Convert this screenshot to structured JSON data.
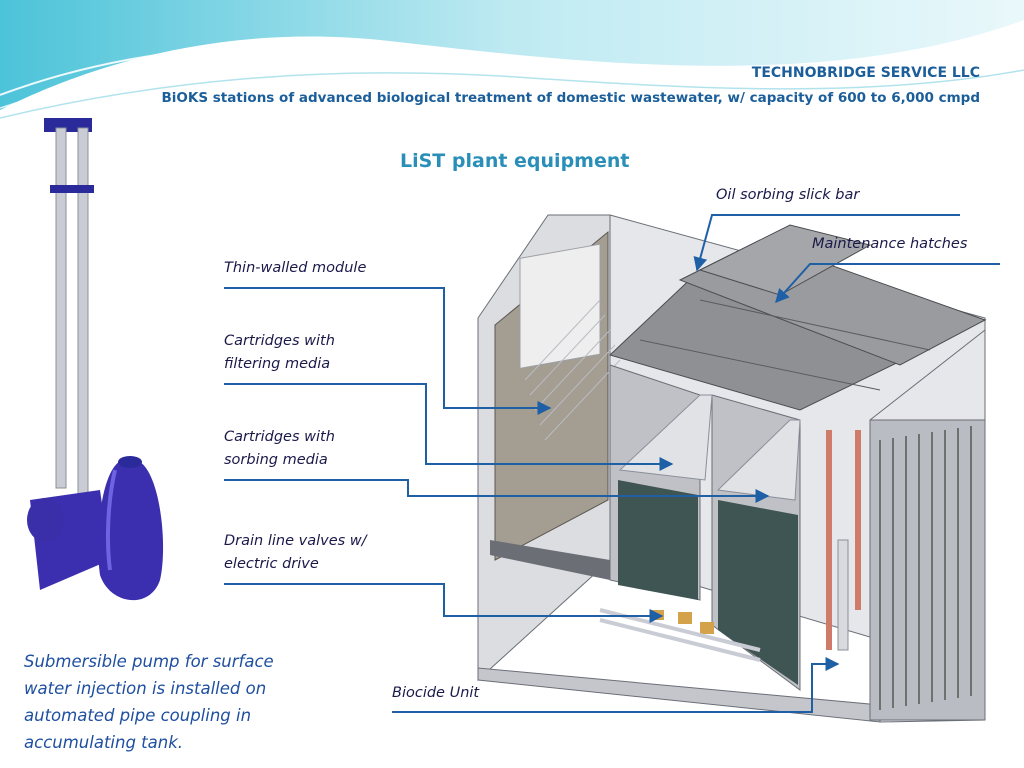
{
  "header": {
    "company": "TECHNOBRIDGE SERVICE LLC",
    "subtitle": "BiOKS stations of advanced biological treatment of domestic wastewater, w/ capacity of 600 to 6,000 cmpd"
  },
  "heading": "LiST plant equipment",
  "labels": {
    "oil_sorbing": "Oil sorbing slick bar",
    "maintenance": "Maintenance hatches",
    "thin_walled": "Thin-walled module",
    "filtering_1": "Cartridges with",
    "filtering_2": "filtering media",
    "sorbing_1": "Cartridges with",
    "sorbing_2": "sorbing media",
    "drain_1": "Drain line valves w/",
    "drain_2": "electric drive",
    "biocide": "Biocide Unit"
  },
  "caption": [
    "Submersible pump for surface",
    "water injection is installed on",
    "automated pipe coupling in",
    "accumulating tank."
  ],
  "colors": {
    "title": "#1b5e9a",
    "heading": "#2a8fb8",
    "caption": "#1e4fa0",
    "leader": "#1f5fa6",
    "pump": "#3b2fb0"
  }
}
